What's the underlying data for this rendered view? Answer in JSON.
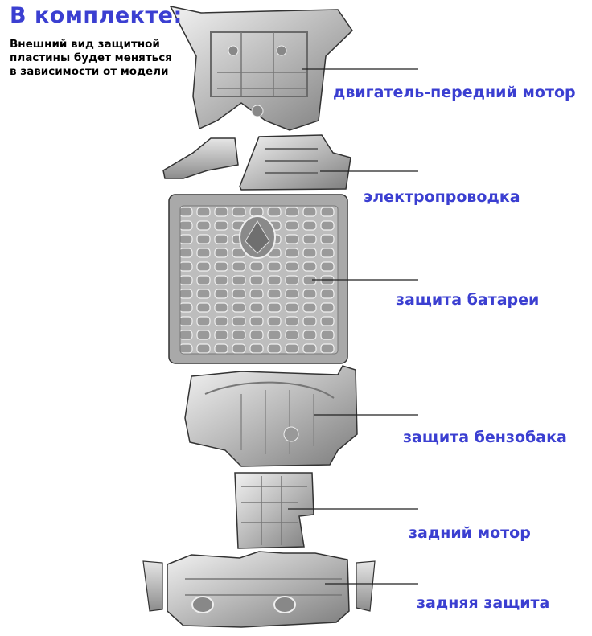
{
  "heading": "В комплекте:",
  "note_lines": [
    "Внешний вид защитной",
    "пластины будет меняться",
    "в зависимости от модели"
  ],
  "parts": [
    {
      "label": "двигатель-передний мотор"
    },
    {
      "label": "электропроводка"
    },
    {
      "label": "защита батареи"
    },
    {
      "label": "защита бензобака"
    },
    {
      "label": "задний мотор"
    },
    {
      "label": "задняя защита"
    }
  ]
}
